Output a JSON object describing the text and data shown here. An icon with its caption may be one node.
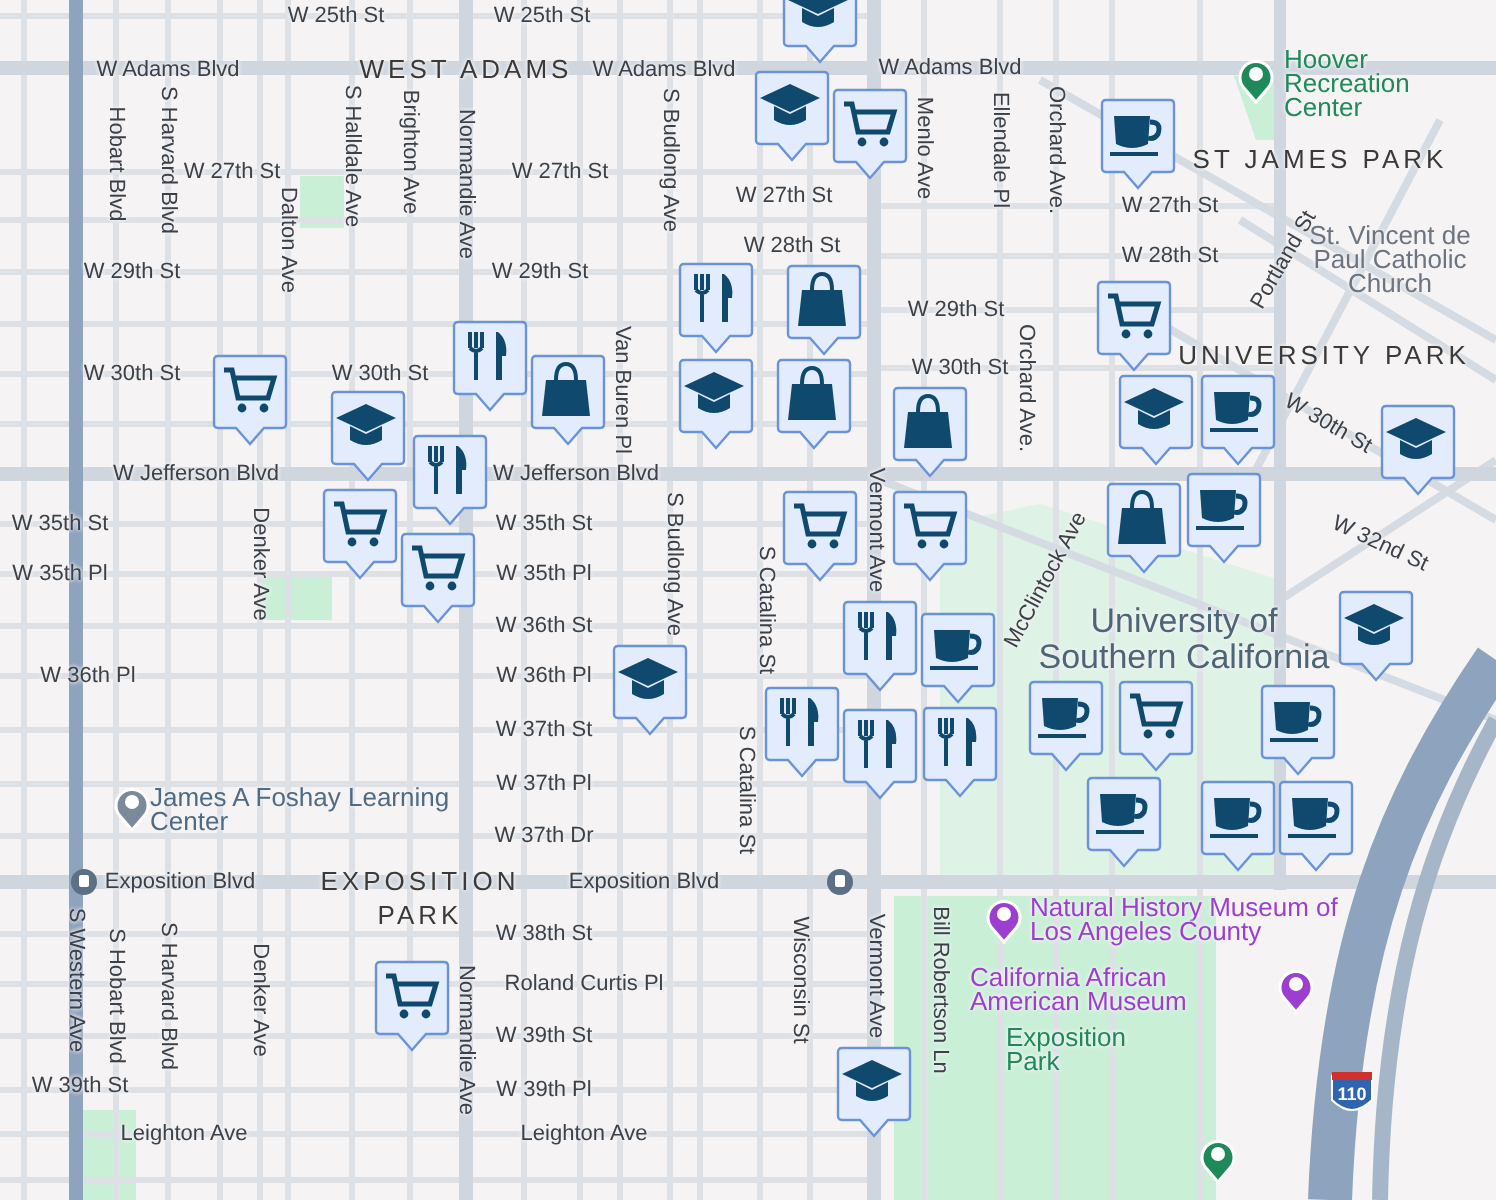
{
  "diagram": {
    "labels": [
      "W 25th St",
      "W 25th St",
      "W Adams Blvd",
      "WEST ADAMS",
      "W Adams Blvd",
      "W Adams Blvd",
      "Hobart Blvd",
      "S Harvard Blvd",
      "Dalton Ave",
      "S Halldale Ave",
      "Brighton Ave",
      "Normandie Ave",
      "S Budlong Ave",
      "Van Buren Pl",
      "Menlo Ave",
      "Ellendale Pl",
      "Orchard Ave.",
      "Orchard Ave.",
      "Portland St",
      "W 27th St",
      "W 27th St",
      "W 27th St",
      "W 27th St",
      "W 28th St",
      "W 28th St",
      "W 29th St",
      "W 29th St",
      "W 29th St",
      "W 30th St",
      "W 30th St",
      "W 30th St",
      "W 30th St",
      "ST JAMES PARK",
      "Hoover Recreation Center",
      "St. Vincent de Paul Catholic Church",
      "UNIVERSITY PARK",
      "W Jefferson Blvd",
      "W Jefferson Blvd",
      "W 32nd St",
      "W 35th St",
      "W 35th St",
      "W 35th Pl",
      "W 35th Pl",
      "W 36th St",
      "W 36th Pl",
      "W 36th Pl",
      "W 37th St",
      "W 37th Pl",
      "W 37th Dr",
      "S Budlong Ave",
      "S Catalina St",
      "S Catalina St",
      "Vermont Ave",
      "Vermont Ave",
      "McClintock Ave",
      "University of Southern California",
      "James A Foshay Learning Center",
      "Exposition Blvd",
      "EXPOSITION",
      "PARK",
      "Exposition Blvd",
      "Natural History Museum of Los Angeles County",
      "California African American Museum",
      "Exposition Park",
      "W 38th St",
      "Roland Curtis Pl",
      "W 39th St",
      "W 39th St",
      "W 39th Pl",
      "Leighton Ave",
      "Leighton Ave",
      "S Western Ave",
      "S Hobart Blvd",
      "S Harvard Blvd",
      "Denker Ave",
      "Denker Ave",
      "Normandie Ave",
      "Wisconsin St",
      "Bill Robertson Ln",
      "110"
    ]
  }
}
